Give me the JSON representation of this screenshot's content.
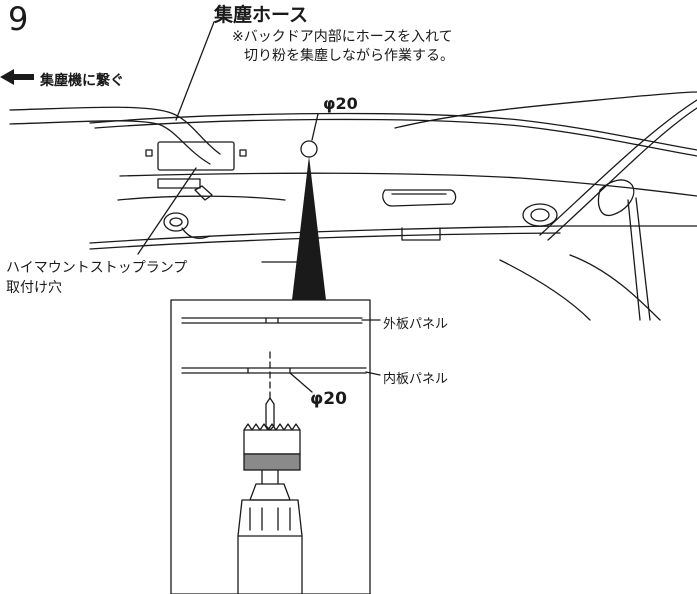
{
  "step_number": "9",
  "hose_title": "集塵ホース",
  "hose_note_line1": "※バックドア内部にホースを入れて",
  "hose_note_line2": "切り粉を集塵しながら作業する。",
  "connect_label": "集塵機に繋ぐ",
  "hole_diameter_top": "φ20",
  "lamp_label_line1": "ハイマウントストップランプ",
  "lamp_label_line2": "取付け穴",
  "outer_panel_label": "外板パネル",
  "inner_panel_label": "内板パネル",
  "hole_diameter_detail": "φ20",
  "colors": {
    "ink": "#1a1a1a",
    "bit_band": "#8a8a8a"
  }
}
